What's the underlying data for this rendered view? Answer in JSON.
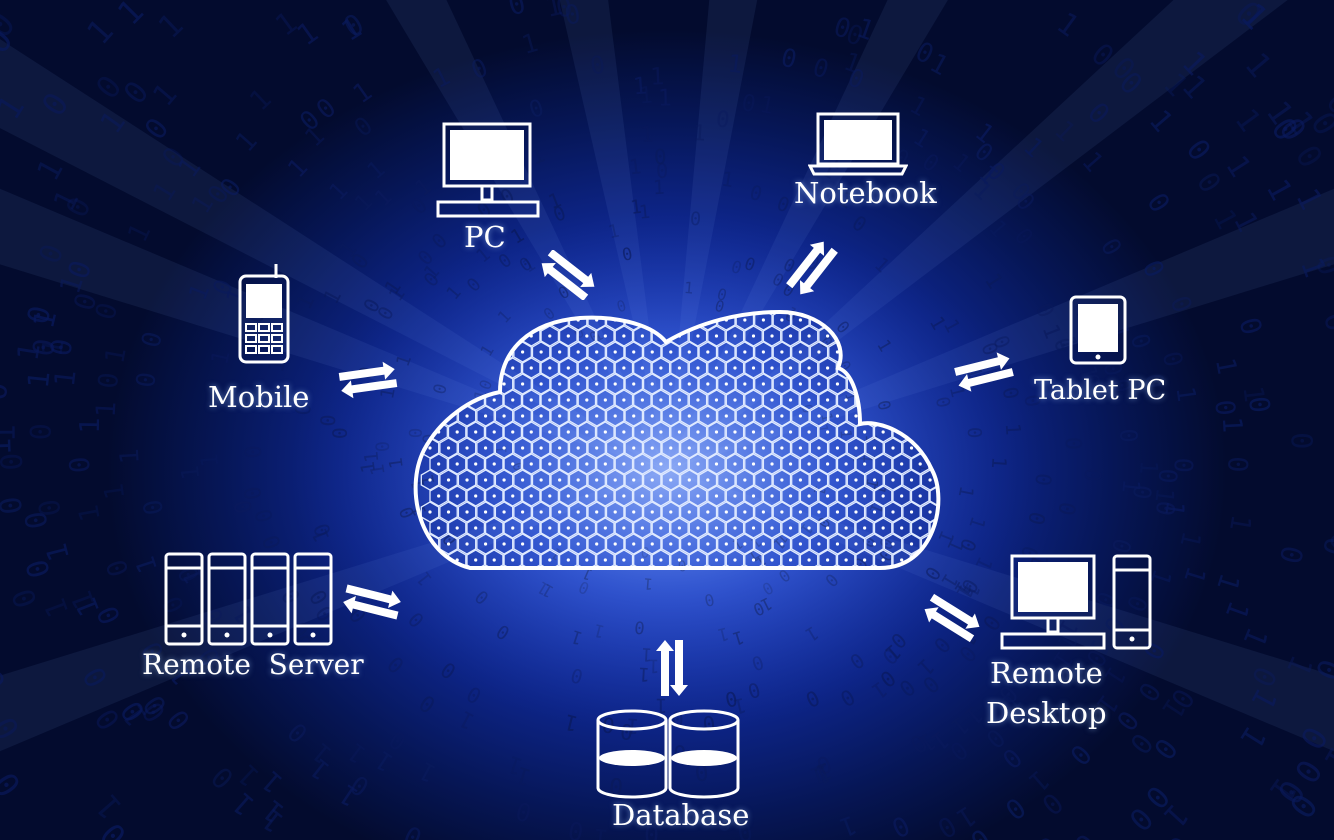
{
  "nodes": {
    "pc": {
      "label": "PC",
      "icon": "desktop-monitor-icon"
    },
    "notebook": {
      "label": "Notebook",
      "icon": "laptop-icon"
    },
    "mobile": {
      "label": "Mobile",
      "icon": "mobile-phone-icon"
    },
    "tablet": {
      "label": "Tablet PC",
      "icon": "tablet-icon"
    },
    "remote_server": {
      "label": "Remote  Server",
      "icon": "server-rack-icon"
    },
    "remote_desktop": {
      "label_line1": "Remote",
      "label_line2": "Desktop",
      "icon": "desktop-tower-icon"
    },
    "database": {
      "label": "Database",
      "icon": "database-cylinders-icon"
    }
  },
  "center": {
    "icon": "cloud-hexagon-icon"
  },
  "connector_icon": "bidirectional-arrows-icon",
  "background": {
    "binary_digits": [
      "0",
      "1"
    ]
  },
  "colors": {
    "line": "#ffffff",
    "glow": "#6f9bff",
    "deep_blue": "#0d2486"
  }
}
